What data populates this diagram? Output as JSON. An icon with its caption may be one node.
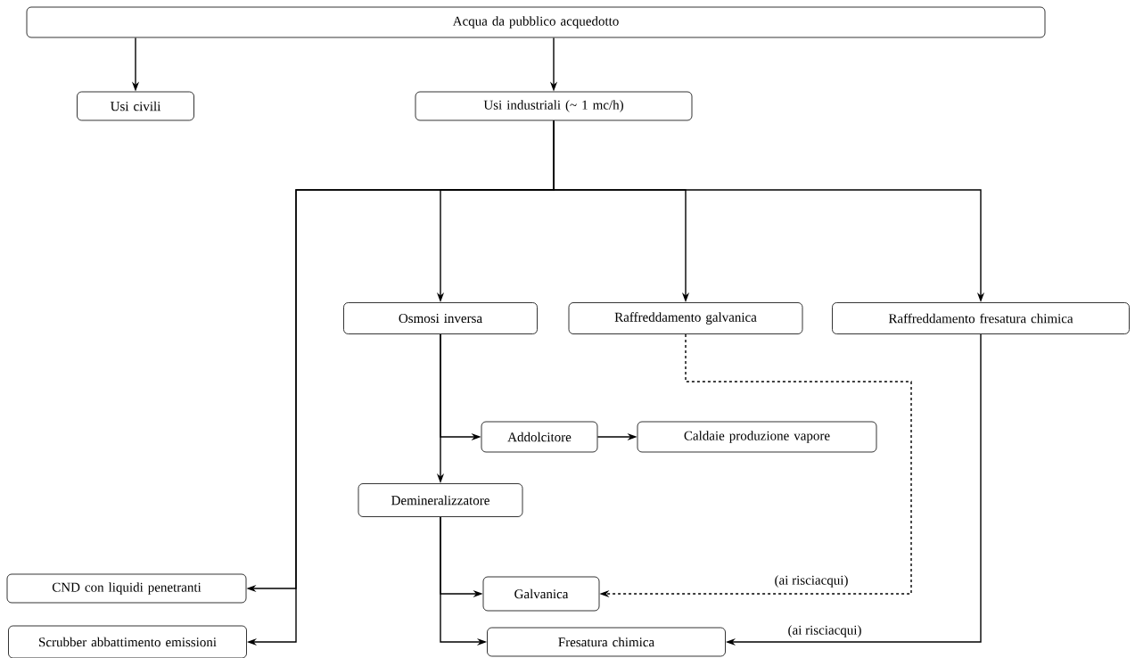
{
  "diagram": {
    "nodes": [
      {
        "text": [
          "Acqua da pubblico acquedotto"
        ]
      },
      {
        "text": [
          "Usi civili"
        ]
      },
      {
        "text": [
          "Usi industriali (~ 1 mc/h)"
        ]
      },
      {
        "text": [
          "Osmosi inversa"
        ]
      },
      {
        "text": [
          "Raffreddamento galvanica"
        ]
      },
      {
        "text": [
          "Raffreddamento fresatura chimica"
        ]
      },
      {
        "text": [
          "Addolcitore"
        ]
      },
      {
        "text": [
          "Caldaie produzione vapore"
        ]
      },
      {
        "text": [
          "Demineralizzatore"
        ]
      },
      {
        "text": [
          "CND con liquidi penetranti"
        ]
      },
      {
        "text": [
          "Galvanica"
        ]
      },
      {
        "text": [
          "Scrubber abbattimento emissioni"
        ]
      },
      {
        "text": [
          "Fresatura chimica"
        ]
      }
    ],
    "edges": [
      {
        "from": 0,
        "to": 1,
        "arrow": "to"
      },
      {
        "from": 0,
        "to": 2,
        "arrow": "to"
      },
      {
        "from": 2,
        "to": 3,
        "arrow": "to"
      },
      {
        "from": 2,
        "to": 4,
        "arrow": "to"
      },
      {
        "from": 2,
        "to": 5,
        "arrow": "to"
      },
      {
        "from": 2,
        "to": 9,
        "arrow": "to"
      },
      {
        "from": 2,
        "to": 11,
        "arrow": "to"
      },
      {
        "from": 3,
        "to": 6,
        "arrow": "to"
      },
      {
        "from": 3,
        "to": 8,
        "arrow": "to"
      },
      {
        "from": 6,
        "to": 7,
        "arrow": "to"
      },
      {
        "from": 8,
        "to": 10,
        "arrow": "to"
      },
      {
        "from": 8,
        "to": 12,
        "arrow": "to"
      },
      {
        "from": 4,
        "to": 10,
        "arrow": "to",
        "style": "dashed",
        "label": "(ai risciacqui)"
      },
      {
        "from": 5,
        "to": 12,
        "arrow": "to",
        "label": "(ai risciacqui)"
      }
    ]
  }
}
